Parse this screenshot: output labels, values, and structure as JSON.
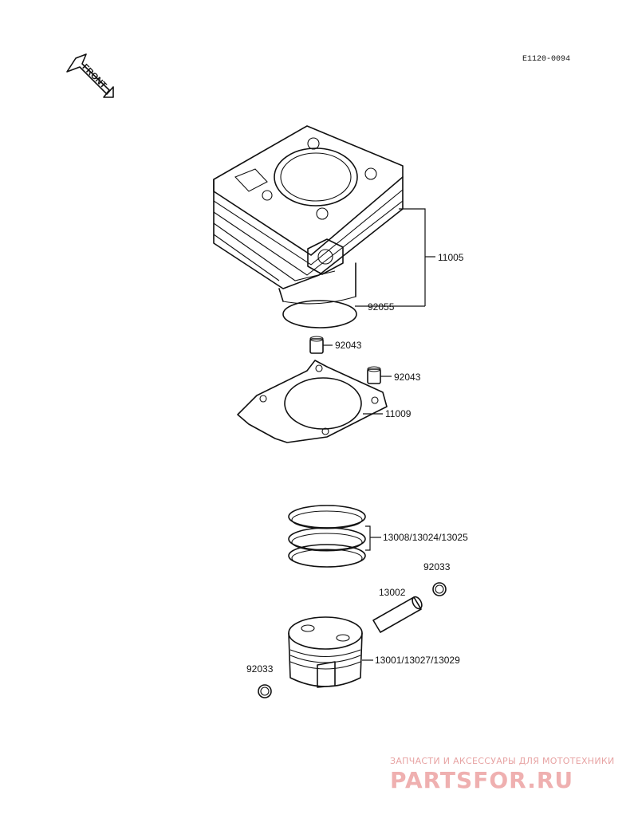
{
  "drawing_code": "E1120-0094",
  "front_arrow_label": "FRONT",
  "callouts": {
    "cylinder": "11005",
    "o_ring": "92055",
    "dowel_left": "92043",
    "dowel_right": "92043",
    "gasket": "11009",
    "rings": "13008/13024/13025",
    "circlip_right": "92033",
    "pin": "13002",
    "piston": "13001/13027/13029",
    "circlip_left": "92033"
  },
  "watermark": {
    "tagline": "ЗАПЧАСТИ И АКСЕССУАРЫ ДЛЯ МОТОТЕХНИКИ",
    "logo": "PARTSFOR.RU"
  },
  "colors": {
    "line": "#111111",
    "watermark": "#efb0b0"
  }
}
